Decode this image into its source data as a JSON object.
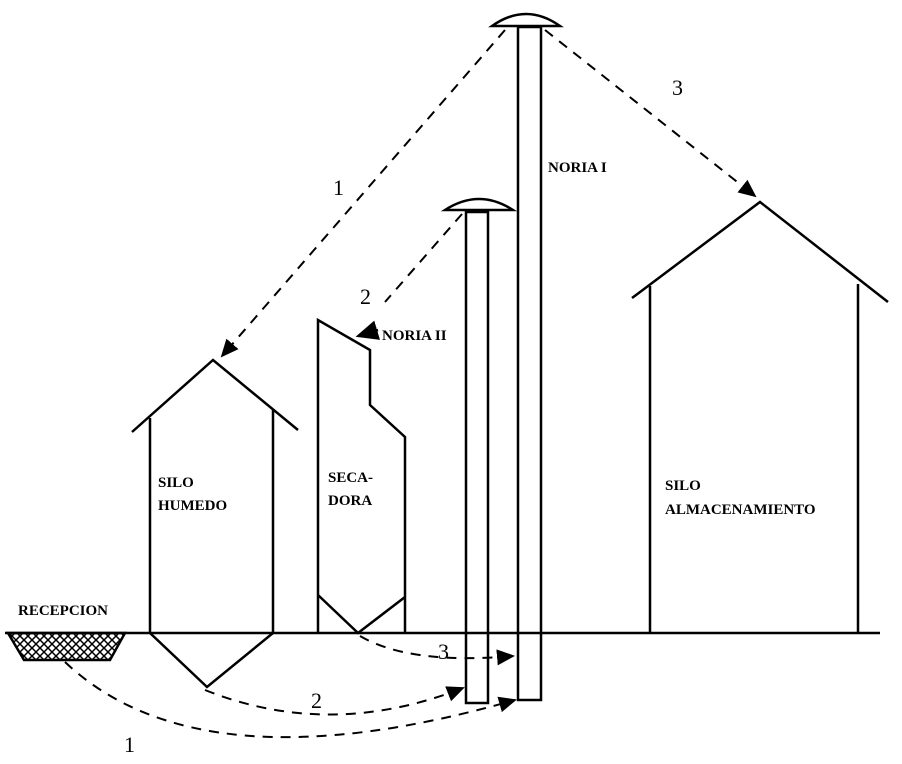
{
  "labels": {
    "reception": "RECEPCION",
    "wet_silo": [
      "SILO",
      "HUMEDO"
    ],
    "dryer": [
      "SECA-",
      "DORA"
    ],
    "storage_silo": [
      "SILO",
      "ALMACENAMIENTO"
    ],
    "elevator_1": "NORIA I",
    "elevator_2": "NORIA II"
  },
  "flow_numbers": {
    "top_1": "1",
    "top_2": "2",
    "top_3": "3",
    "bottom_1": "1",
    "bottom_2": "2",
    "bottom_3": "3"
  },
  "colors": {
    "line": "#000000",
    "background": "#ffffff"
  }
}
